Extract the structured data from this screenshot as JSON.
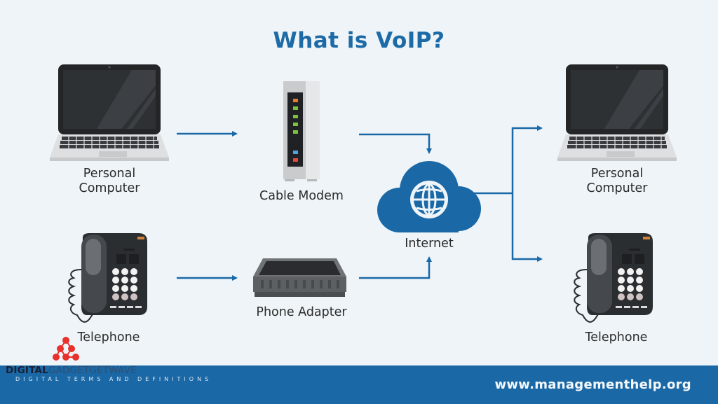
{
  "title": "What is VoIP?",
  "nodes": {
    "pc_left": {
      "line1": "Personal",
      "line2": "Computer"
    },
    "phone_left": {
      "label": "Telephone"
    },
    "modem": {
      "label": "Cable Modem"
    },
    "adapter": {
      "label": "Phone Adapter"
    },
    "internet": {
      "label": "Internet"
    },
    "pc_right": {
      "line1": "Personal",
      "line2": "Computer"
    },
    "phone_right": {
      "label": "Telephone"
    }
  },
  "edges": [
    {
      "from": "Personal Computer",
      "to": "Cable Modem"
    },
    {
      "from": "Telephone",
      "to": "Phone Adapter"
    },
    {
      "from": "Cable Modem",
      "to": "Internet"
    },
    {
      "from": "Phone Adapter",
      "to": "Internet"
    },
    {
      "from": "Internet",
      "to": "Personal Computer"
    },
    {
      "from": "Internet",
      "to": "Telephone"
    }
  ],
  "footer": {
    "url": "www.managementhelp.org"
  },
  "watermark": {
    "brand_bold": "DIGITAL",
    "brand_light": "GADGETGETWAVE",
    "subtitle": "DIGITAL TERMS AND DEFINITIONS"
  },
  "colors": {
    "accent": "#1a68a6",
    "background": "#eef4f8",
    "text": "#2b2b2b"
  }
}
